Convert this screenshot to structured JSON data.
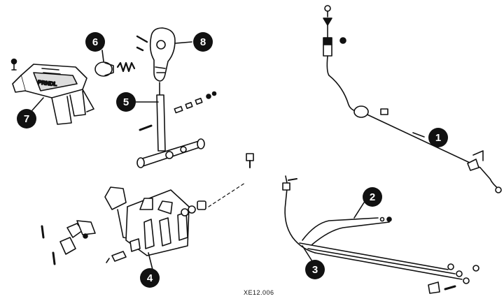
{
  "figure": {
    "reference_code": "XE12.006",
    "callouts": [
      {
        "id": "1",
        "label": "1"
      },
      {
        "id": "2",
        "label": "2"
      },
      {
        "id": "3",
        "label": "3"
      },
      {
        "id": "4",
        "label": "4"
      },
      {
        "id": "5",
        "label": "5"
      },
      {
        "id": "6",
        "label": "6"
      },
      {
        "id": "7",
        "label": "7"
      },
      {
        "id": "8",
        "label": "8"
      }
    ],
    "console_marking": "PRNDL",
    "colors": {
      "ink": "#111111",
      "paper": "#ffffff",
      "callout_fill": "#111111",
      "callout_text": "#ffffff"
    }
  }
}
